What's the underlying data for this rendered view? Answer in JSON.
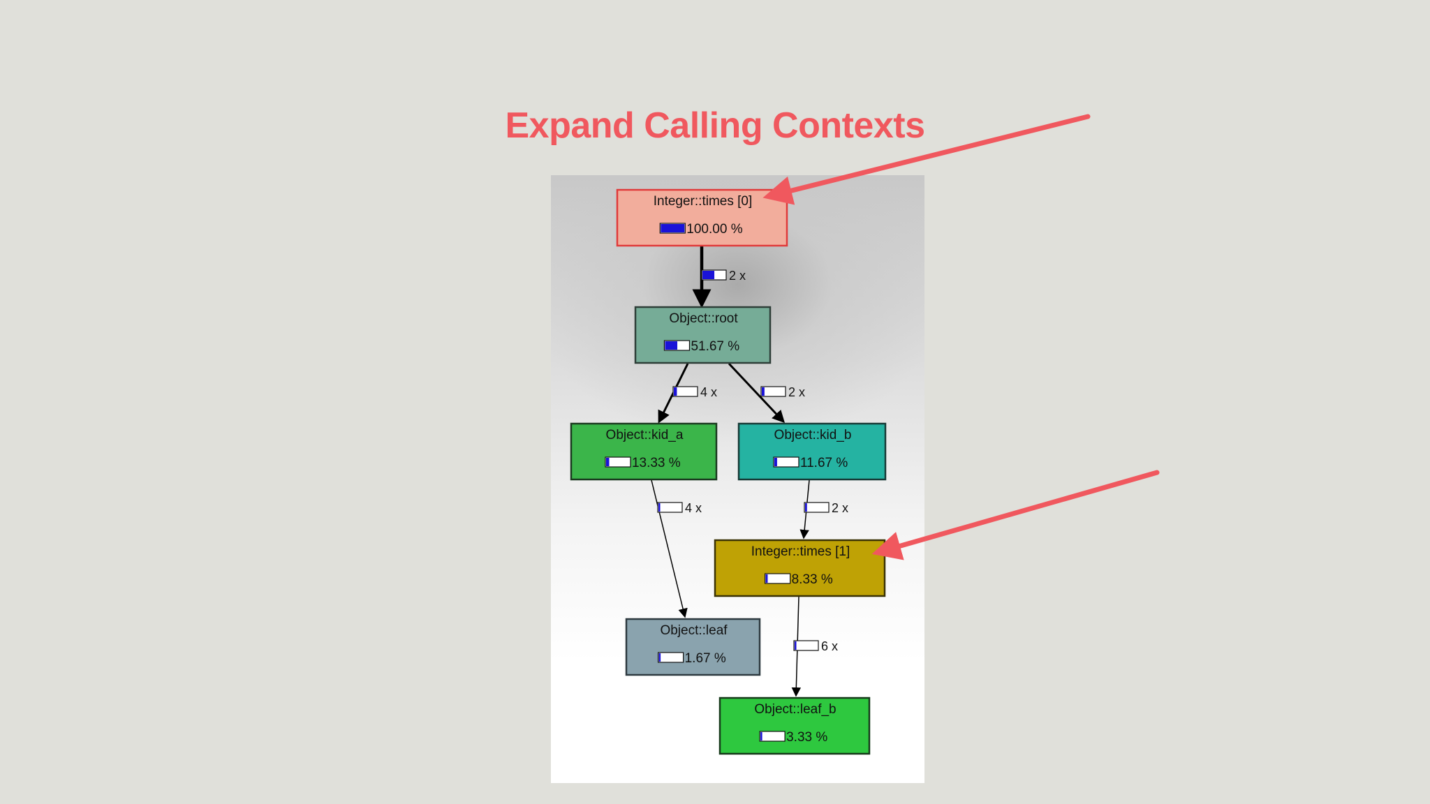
{
  "slide": {
    "title": "Expand Calling Contexts",
    "title_color": "#f0585e",
    "background": "#e0e0da",
    "annotation_arrow_color": "#f0585e"
  },
  "graph": {
    "nodes": [
      {
        "id": "times0",
        "name": "Integer::times [0]",
        "cost_label": "100.00 %",
        "cost": 1.0,
        "fill": "#f2ad9c",
        "stroke": "#e03a3a"
      },
      {
        "id": "root",
        "name": "Object::root",
        "cost_label": "51.67 %",
        "cost": 0.5167,
        "fill": "#76ac97",
        "stroke": "#2e3e38"
      },
      {
        "id": "kid_a",
        "name": "Object::kid_a",
        "cost_label": "13.33 %",
        "cost": 0.1333,
        "fill": "#3bb54a",
        "stroke": "#1a3a1f"
      },
      {
        "id": "kid_b",
        "name": "Object::kid_b",
        "cost_label": "11.67 %",
        "cost": 0.1167,
        "fill": "#25b3a2",
        "stroke": "#163a36"
      },
      {
        "id": "times1",
        "name": "Integer::times [1]",
        "cost_label": "8.33 %",
        "cost": 0.0833,
        "fill": "#bfa205",
        "stroke": "#3a3205"
      },
      {
        "id": "leaf",
        "name": "Object::leaf",
        "cost_label": "1.67 %",
        "cost": 0.0167,
        "fill": "#8aa3ae",
        "stroke": "#2e3a40"
      },
      {
        "id": "leaf_b",
        "name": "Object::leaf_b",
        "cost_label": "3.33 %",
        "cost": 0.0333,
        "fill": "#2ec83f",
        "stroke": "#163a1a"
      }
    ],
    "edges": [
      {
        "from": "times0",
        "to": "root",
        "label": "2 x",
        "cost": 0.5167
      },
      {
        "from": "root",
        "to": "kid_a",
        "label": "4 x",
        "cost": 0.1333
      },
      {
        "from": "root",
        "to": "kid_b",
        "label": "2 x",
        "cost": 0.1167
      },
      {
        "from": "kid_a",
        "to": "leaf",
        "label": "4 x",
        "cost": 0.0167
      },
      {
        "from": "kid_b",
        "to": "times1",
        "label": "2 x",
        "cost": 0.0833
      },
      {
        "from": "times1",
        "to": "leaf_b",
        "label": "6 x",
        "cost": 0.0333
      }
    ]
  }
}
